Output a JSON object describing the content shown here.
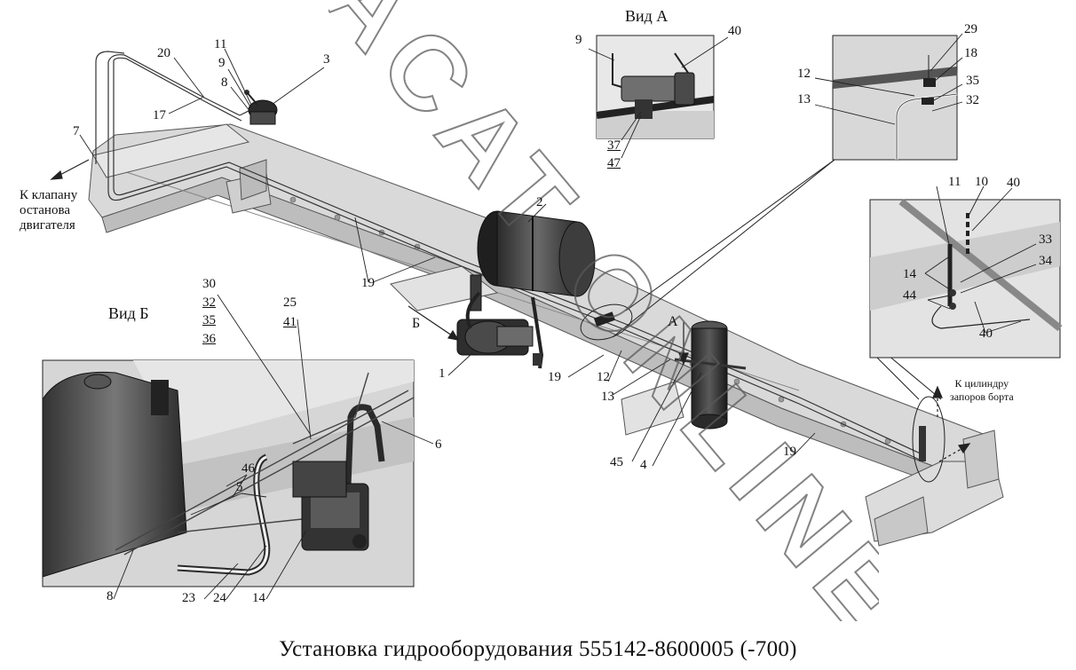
{
  "caption": "Установка гидрооборудования  555142-8600005 (-700)",
  "watermark": "ACAT ONLINE",
  "views": {
    "a": "Вид А",
    "b": "Вид Б",
    "b_arrow": "Б",
    "a_arrow": "А"
  },
  "notes": {
    "engine_stop": [
      "К клапану",
      "останова",
      "двигателя"
    ],
    "cylinder": [
      "К цилиндру",
      "запоров борта"
    ]
  },
  "labels": {
    "n20": "20",
    "n11a": "11",
    "n9a": "9",
    "n8a": "8",
    "n3": "3",
    "n17": "17",
    "n7": "7",
    "n2": "2",
    "n19a": "19",
    "n19b": "19",
    "n19c": "19",
    "n1": "1",
    "n12a": "12",
    "n13a": "13",
    "n45": "45",
    "n4": "4",
    "va_9": "9",
    "va_40": "40",
    "va_37": "37",
    "va_47": "47",
    "r_29": "29",
    "r_18": "18",
    "r_12": "12",
    "r_35": "35",
    "r_13": "13",
    "r_32": "32",
    "c_11": "11",
    "c_10": "10",
    "c_40": "40",
    "c_33": "33",
    "c_34": "34",
    "c_14": "14",
    "c_44": "44",
    "c_40b": "40",
    "vb_30": "30",
    "vb_32": "32",
    "vb_35": "35",
    "vb_36": "36",
    "vb_25": "25",
    "vb_41": "41",
    "vb_6": "6",
    "vb_46": "46",
    "vb_5": "5",
    "vb_8": "8",
    "vb_23": "23",
    "vb_24": "24",
    "vb_14": "14"
  }
}
